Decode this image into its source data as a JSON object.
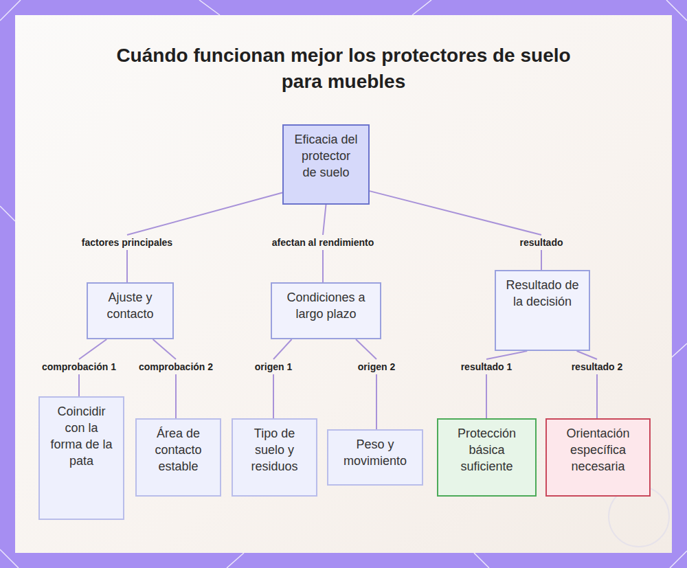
{
  "diagram": {
    "title": "Cuándo funcionan mejor los protectores de suelo para muebles",
    "nodes": [
      {
        "text": [
          "Eficacia del protector de suelo"
        ]
      },
      {
        "text": [
          "Ajuste y contacto"
        ]
      },
      {
        "text": [
          "Condiciones a largo plazo"
        ]
      },
      {
        "text": [
          "Resultado de la decisión"
        ]
      },
      {
        "text": [
          "Coincidir con la forma de la pata"
        ]
      },
      {
        "text": [
          "Área de contacto estable"
        ]
      },
      {
        "text": [
          "Tipo de suelo y residuos"
        ]
      },
      {
        "text": [
          "Peso y movimiento"
        ]
      },
      {
        "text": [
          "Protección básica suficiente"
        ]
      },
      {
        "text": [
          "Orientación específica necesaria"
        ]
      }
    ],
    "edges": [
      {
        "from": 0,
        "to": 1,
        "arrow": "none",
        "label": "factores principales"
      },
      {
        "from": 0,
        "to": 2,
        "arrow": "none",
        "label": "afectan al rendimiento"
      },
      {
        "from": 0,
        "to": 3,
        "arrow": "none",
        "label": "resultado"
      },
      {
        "from": 1,
        "to": 4,
        "arrow": "none",
        "label": "comprobación 1"
      },
      {
        "from": 1,
        "to": 5,
        "arrow": "none",
        "label": "comprobación 2"
      },
      {
        "from": 2,
        "to": 6,
        "arrow": "none",
        "label": "origen 1"
      },
      {
        "from": 2,
        "to": 7,
        "arrow": "none",
        "label": "origen 2"
      },
      {
        "from": 3,
        "to": 8,
        "arrow": "none",
        "label": "resultado 1"
      },
      {
        "from": 3,
        "to": 9,
        "arrow": "none",
        "label": "resultado 2"
      }
    ]
  }
}
